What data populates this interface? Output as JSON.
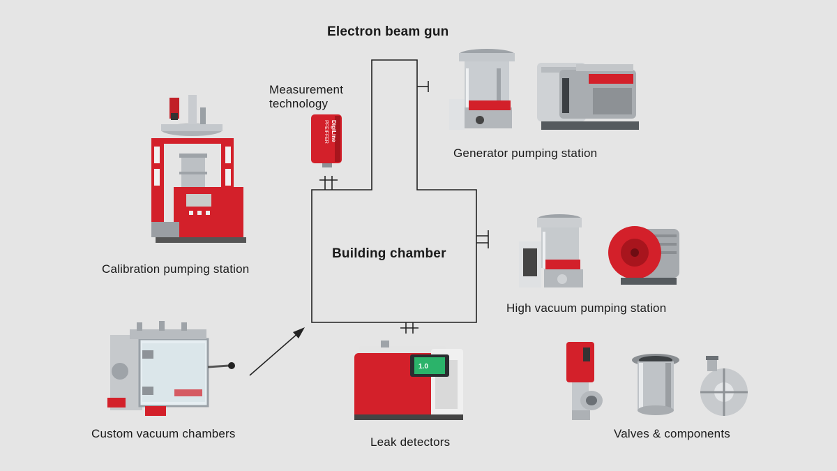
{
  "labels": {
    "electron_beam_gun": "Electron beam gun",
    "measurement_technology": "Measurement technology",
    "generator_pumping_station": "Generator pumping station",
    "calibration_pumping_station": "Calibration pumping station",
    "building_chamber": "Building chamber",
    "high_vacuum_pumping_station": "High vacuum pumping station",
    "custom_vacuum_chambers": "Custom vacuum chambers",
    "leak_detectors": "Leak detectors",
    "valves_components": "Valves & components"
  },
  "device_text": {
    "gauge_brand": "PFEIFFER",
    "gauge_model": "DigiLine",
    "leak_display": "1.0"
  },
  "colors": {
    "background": "#e5e5e5",
    "brand_red": "#d3202a",
    "line": "#222222",
    "metal": "#b8bcc0"
  }
}
